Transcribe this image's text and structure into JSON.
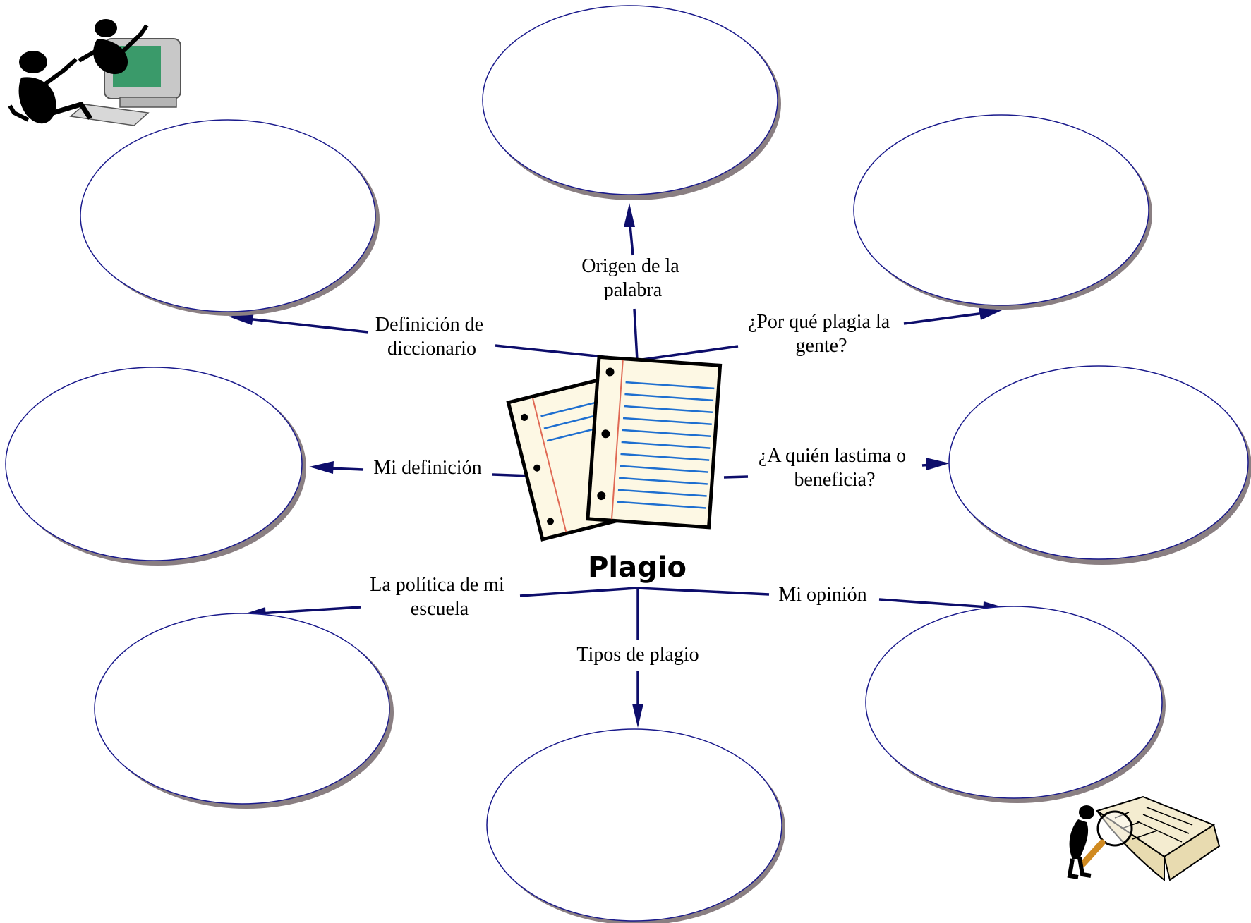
{
  "diagram": {
    "central_topic": "Plagio",
    "branches": [
      {
        "id": "definicion-diccionario",
        "label_lines": [
          "Definición de",
          "diccionario"
        ]
      },
      {
        "id": "origen-palabra",
        "label_lines": [
          "Origen de la",
          "palabra"
        ]
      },
      {
        "id": "por-que-plagia",
        "label_lines": [
          "¿Por qué plagia la",
          "gente?"
        ]
      },
      {
        "id": "mi-definicion",
        "label_lines": [
          "Mi definición"
        ]
      },
      {
        "id": "a-quien-lastima",
        "label_lines": [
          "¿A quién lastima o",
          "beneficia?"
        ]
      },
      {
        "id": "politica-escuela",
        "label_lines": [
          "La política de mi",
          "escuela"
        ]
      },
      {
        "id": "tipos-plagio",
        "label_lines": [
          "Tipos de plagio"
        ]
      },
      {
        "id": "mi-opinion",
        "label_lines": [
          "Mi opinión"
        ]
      }
    ],
    "colors": {
      "connector": "#0d0d6b",
      "bubble_outline": "#1a1a8c",
      "bubble_shadow": "#8a7f82",
      "paper": "#fdf8e4",
      "paper_lines": "#1e6fd0",
      "paper_margin": "#e06a55",
      "monitor_screen": "#3a9a6a",
      "monitor_body": "#c8c8c8"
    },
    "icons": {
      "central": "notebook-paper-icon",
      "top_left": "people-at-computer-icon",
      "bottom_right": "person-reading-book-icon"
    }
  }
}
